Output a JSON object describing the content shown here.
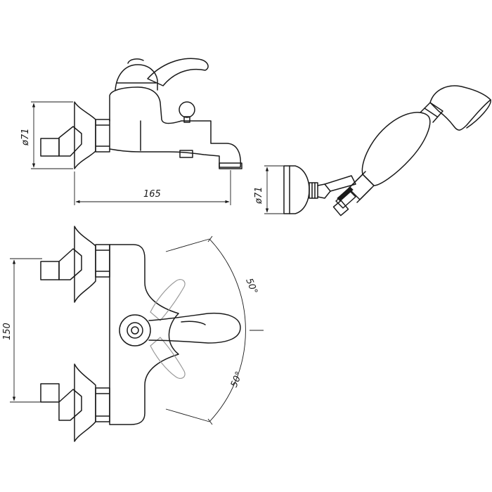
{
  "drawing": {
    "dimensions": {
      "spout_flange_diameter": "ø71",
      "length": "165",
      "holder_flange_diameter": "ø71",
      "height": "150",
      "angle_upper": "50°",
      "angle_lower": "50°"
    }
  }
}
